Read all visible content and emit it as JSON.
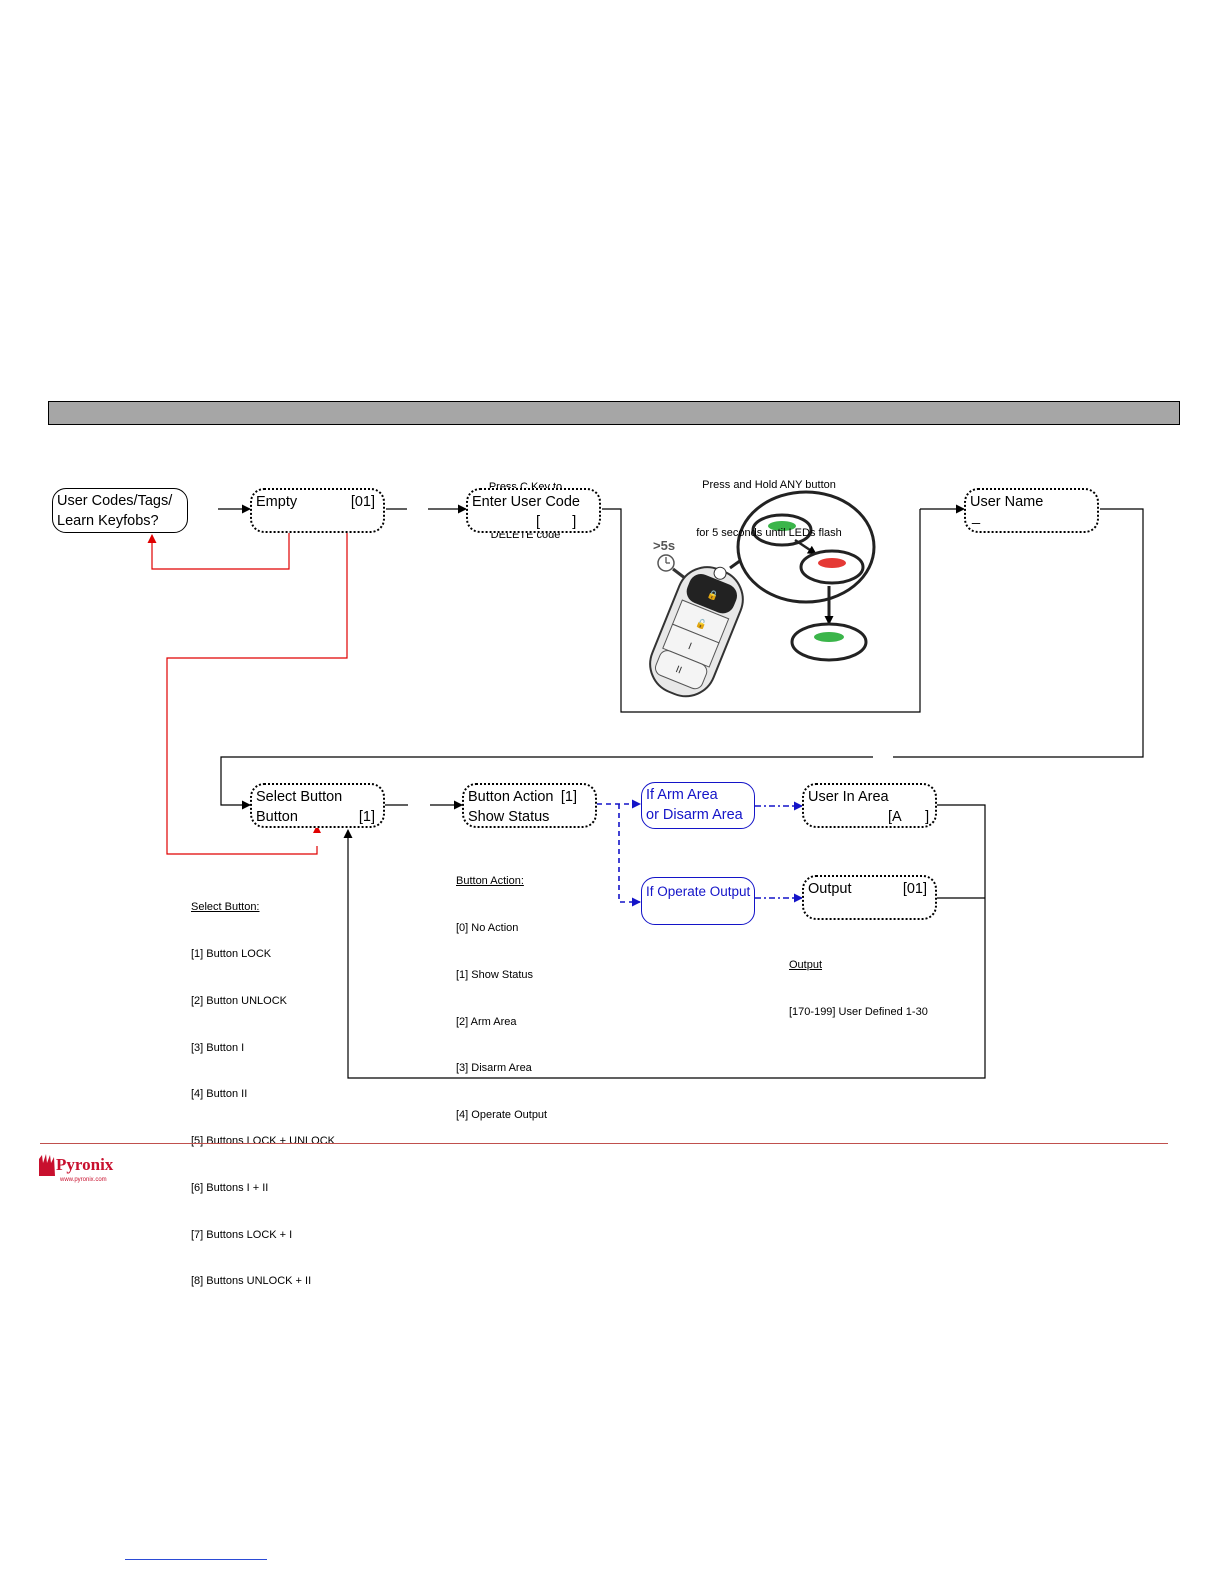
{
  "boxes": {
    "user_codes": {
      "line1": "User Codes/Tags/",
      "line2": "Learn Keyfobs?"
    },
    "empty": {
      "line1": "Empty",
      "value": "[01]"
    },
    "enter_code": {
      "line1": "Enter User Code",
      "line2": "[        ]"
    },
    "user_name": {
      "line1": "User Name",
      "line2": "_"
    },
    "select_button": {
      "line1": "Select Button",
      "line2": "Button",
      "value": "[1]"
    },
    "button_action": {
      "line1": "Button Action",
      "value": "[1]",
      "line2": "Show Status"
    },
    "if_arm": {
      "line1": "If Arm Area",
      "line2": "or Disarm Area"
    },
    "user_in_area": {
      "line1": "User In Area",
      "line2": "[A      ]"
    },
    "if_output": {
      "line1": "If Operate Output"
    },
    "output": {
      "line1": "Output",
      "value": "[01]"
    }
  },
  "captions": {
    "press_c": {
      "line1": "Press C Key to",
      "line2": "DELETE code"
    },
    "press_hold": {
      "line1": "Press and Hold ANY button",
      "line2": "for 5 seconds until LEDs flash"
    }
  },
  "keyfob": {
    "timer_label": ">5s"
  },
  "notes": {
    "select_button": {
      "title": "Select Button:",
      "items": [
        "[1] Button LOCK",
        "[2] Button UNLOCK",
        "[3] Button I",
        "[4] Button II",
        "[5] Buttons LOCK + UNLOCK",
        "[6] Buttons I + II",
        "[7] Buttons LOCK + I",
        "[8] Buttons UNLOCK + II"
      ]
    },
    "button_action": {
      "title": "Button Action:",
      "items": [
        "[0] No Action",
        "[1] Show Status",
        "[2] Arm Area",
        "[3] Disarm Area",
        "[4] Operate Output"
      ]
    },
    "output": {
      "title": "Output",
      "items": [
        "[170-199] User Defined 1-30"
      ]
    }
  },
  "footer": {
    "brand": "Pyronix",
    "url": "www.pyronix.com"
  },
  "colors": {
    "red_path": "#e00000",
    "blue_path": "#1414c8",
    "header_bar": "#a6a6a6",
    "footer_line": "#c0504d"
  }
}
